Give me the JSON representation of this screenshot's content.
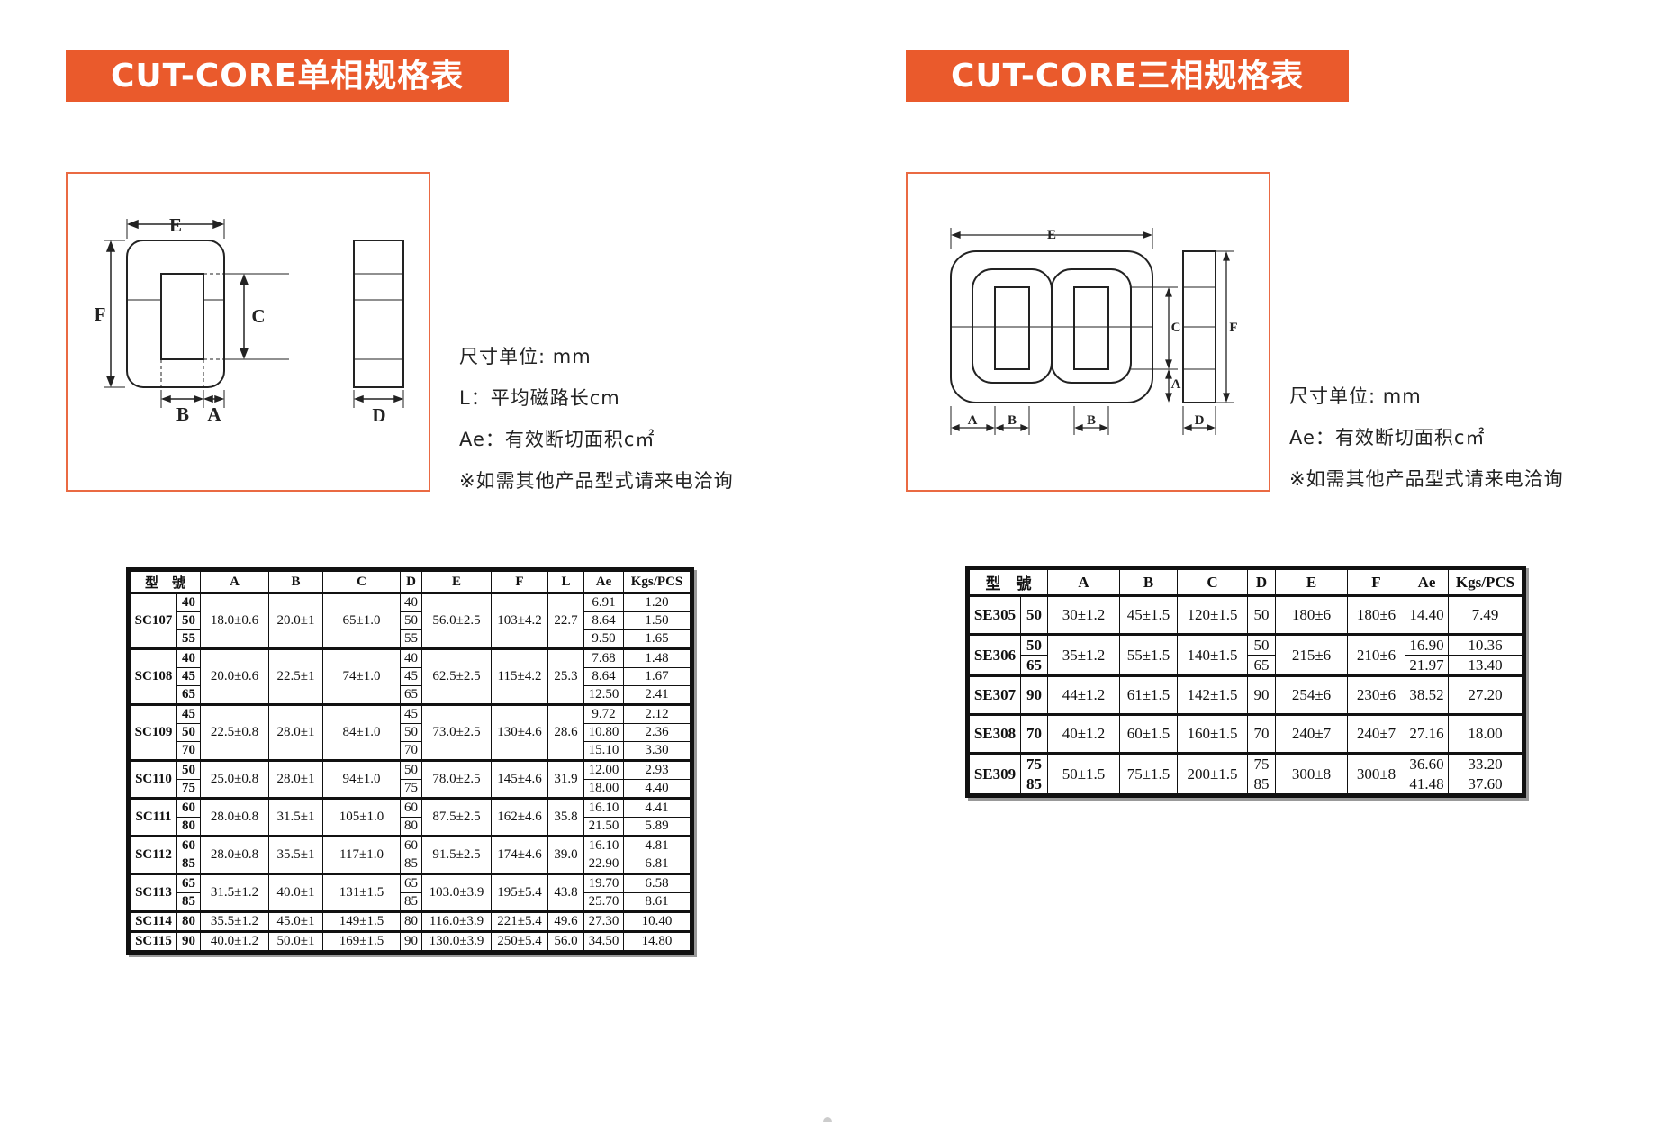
{
  "left": {
    "title": "CUT-CORE单相规格表",
    "diagram_labels": {
      "e": "E",
      "f": "F",
      "c": "C",
      "b": "B",
      "a": "A",
      "d": "D"
    },
    "notes": [
      "尺寸单位: mm",
      "L：平均磁路长cm",
      "Ae：有效断切面积c㎡",
      "※如需其他产品型式请来电洽询"
    ],
    "table": {
      "headers": [
        "型　號",
        "A",
        "B",
        "C",
        "D",
        "E",
        "F",
        "L",
        "Ae",
        "Kgs/PCS"
      ],
      "groups": [
        {
          "model": "SC107",
          "a": "18.0±0.6",
          "b": "20.0±1",
          "c": "65±1.0",
          "e": "56.0±2.5",
          "f": "103±4.2",
          "l": "22.7",
          "rows": [
            {
              "sub": "40",
              "d": "40",
              "ae": "6.91",
              "kg": "1.20"
            },
            {
              "sub": "50",
              "d": "50",
              "ae": "8.64",
              "kg": "1.50"
            },
            {
              "sub": "55",
              "d": "55",
              "ae": "9.50",
              "kg": "1.65"
            }
          ]
        },
        {
          "model": "SC108",
          "a": "20.0±0.6",
          "b": "22.5±1",
          "c": "74±1.0",
          "e": "62.5±2.5",
          "f": "115±4.2",
          "l": "25.3",
          "rows": [
            {
              "sub": "40",
              "d": "40",
              "ae": "7.68",
              "kg": "1.48"
            },
            {
              "sub": "45",
              "d": "45",
              "ae": "8.64",
              "kg": "1.67"
            },
            {
              "sub": "65",
              "d": "65",
              "ae": "12.50",
              "kg": "2.41"
            }
          ]
        },
        {
          "model": "SC109",
          "a": "22.5±0.8",
          "b": "28.0±1",
          "c": "84±1.0",
          "e": "73.0±2.5",
          "f": "130±4.6",
          "l": "28.6",
          "rows": [
            {
              "sub": "45",
              "d": "45",
              "ae": "9.72",
              "kg": "2.12"
            },
            {
              "sub": "50",
              "d": "50",
              "ae": "10.80",
              "kg": "2.36"
            },
            {
              "sub": "70",
              "d": "70",
              "ae": "15.10",
              "kg": "3.30"
            }
          ]
        },
        {
          "model": "SC110",
          "a": "25.0±0.8",
          "b": "28.0±1",
          "c": "94±1.0",
          "e": "78.0±2.5",
          "f": "145±4.6",
          "l": "31.9",
          "rows": [
            {
              "sub": "50",
              "d": "50",
              "ae": "12.00",
              "kg": "2.93"
            },
            {
              "sub": "75",
              "d": "75",
              "ae": "18.00",
              "kg": "4.40"
            }
          ]
        },
        {
          "model": "SC111",
          "a": "28.0±0.8",
          "b": "31.5±1",
          "c": "105±1.0",
          "e": "87.5±2.5",
          "f": "162±4.6",
          "l": "35.8",
          "rows": [
            {
              "sub": "60",
              "d": "60",
              "ae": "16.10",
              "kg": "4.41"
            },
            {
              "sub": "80",
              "d": "80",
              "ae": "21.50",
              "kg": "5.89"
            }
          ]
        },
        {
          "model": "SC112",
          "a": "28.0±0.8",
          "b": "35.5±1",
          "c": "117±1.0",
          "e": "91.5±2.5",
          "f": "174±4.6",
          "l": "39.0",
          "rows": [
            {
              "sub": "60",
              "d": "60",
              "ae": "16.10",
              "kg": "4.81"
            },
            {
              "sub": "85",
              "d": "85",
              "ae": "22.90",
              "kg": "6.81"
            }
          ]
        },
        {
          "model": "SC113",
          "a": "31.5±1.2",
          "b": "40.0±1",
          "c": "131±1.5",
          "e": "103.0±3.9",
          "f": "195±5.4",
          "l": "43.8",
          "rows": [
            {
              "sub": "65",
              "d": "65",
              "ae": "19.70",
              "kg": "6.58"
            },
            {
              "sub": "85",
              "d": "85",
              "ae": "25.70",
              "kg": "8.61"
            }
          ]
        },
        {
          "model": "SC114",
          "a": "35.5±1.2",
          "b": "45.0±1",
          "c": "149±1.5",
          "e": "116.0±3.9",
          "f": "221±5.4",
          "l": "49.6",
          "rows": [
            {
              "sub": "80",
              "d": "80",
              "ae": "27.30",
              "kg": "10.40"
            }
          ]
        },
        {
          "model": "SC115",
          "a": "40.0±1.2",
          "b": "50.0±1",
          "c": "169±1.5",
          "e": "130.0±3.9",
          "f": "250±5.4",
          "l": "56.0",
          "rows": [
            {
              "sub": "90",
              "d": "90",
              "ae": "34.50",
              "kg": "14.80"
            }
          ]
        }
      ]
    }
  },
  "right": {
    "title": "CUT-CORE三相规格表",
    "diagram_labels": {
      "e": "E",
      "c": "C",
      "f": "F",
      "a": "A",
      "b": "B",
      "d": "D"
    },
    "notes": [
      "尺寸单位: mm",
      "Ae：有效断切面积c㎡",
      "※如需其他产品型式请来电洽询"
    ],
    "table": {
      "headers": [
        "型　號",
        "A",
        "B",
        "C",
        "D",
        "E",
        "F",
        "Ae",
        "Kgs/PCS"
      ],
      "groups": [
        {
          "model": "SE305",
          "a": "30±1.2",
          "b": "45±1.5",
          "c": "120±1.5",
          "e": "180±6",
          "f": "180±6",
          "rows": [
            {
              "sub": "50",
              "d": "50",
              "ae": "14.40",
              "kg": "7.49"
            }
          ]
        },
        {
          "model": "SE306",
          "a": "35±1.2",
          "b": "55±1.5",
          "c": "140±1.5",
          "e": "215±6",
          "f": "210±6",
          "rows": [
            {
              "sub": "50",
              "d": "50",
              "ae": "16.90",
              "kg": "10.36"
            },
            {
              "sub": "65",
              "d": "65",
              "ae": "21.97",
              "kg": "13.40"
            }
          ]
        },
        {
          "model": "SE307",
          "a": "44±1.2",
          "b": "61±1.5",
          "c": "142±1.5",
          "e": "254±6",
          "f": "230±6",
          "rows": [
            {
              "sub": "90",
              "d": "90",
              "ae": "38.52",
              "kg": "27.20"
            }
          ]
        },
        {
          "model": "SE308",
          "a": "40±1.2",
          "b": "60±1.5",
          "c": "160±1.5",
          "e": "240±7",
          "f": "240±7",
          "rows": [
            {
              "sub": "70",
              "d": "70",
              "ae": "27.16",
              "kg": "18.00"
            }
          ]
        },
        {
          "model": "SE309",
          "a": "50±1.5",
          "b": "75±1.5",
          "c": "200±1.5",
          "e": "300±8",
          "f": "300±8",
          "rows": [
            {
              "sub": "75",
              "d": "75",
              "ae": "36.60",
              "kg": "33.20"
            },
            {
              "sub": "85",
              "d": "85",
              "ae": "41.48",
              "kg": "37.60"
            }
          ]
        }
      ]
    }
  }
}
